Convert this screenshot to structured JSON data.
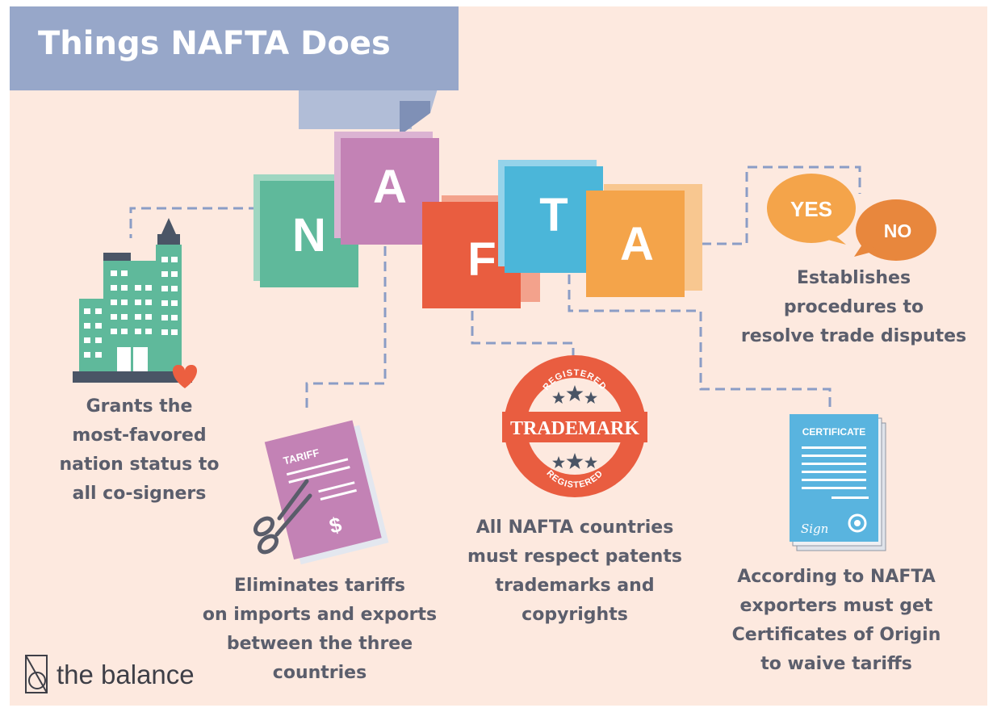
{
  "title": "Things NAFTA Does",
  "letters": [
    "N",
    "A",
    "F",
    "T",
    "A"
  ],
  "captions": {
    "mfn": [
      "Grants the",
      "most-favored",
      "nation status to",
      "all co-signers"
    ],
    "tariffs": [
      "Eliminates tariffs",
      "on imports and exports",
      "between the three",
      "countries"
    ],
    "patents": [
      "All NAFTA countries",
      "must respect patents",
      "trademarks and",
      "copyrights"
    ],
    "disputes": [
      "Establishes",
      "procedures to",
      "resolve trade disputes"
    ],
    "certificates": [
      "According to NAFTA",
      "exporters must get",
      "Certificates of Origin",
      "to waive tariffs"
    ]
  },
  "icons": {
    "tariff_label": "TARIFF",
    "tariff_symbol": "$",
    "trademark_label": "TRADEMARK",
    "trademark_ring_text": "REGISTERED",
    "certificate_label": "CERTIFICATE",
    "certificate_sign": "Sign",
    "yes_label": "YES",
    "no_label": "NO"
  },
  "brand": "the balance",
  "colors": {
    "background": "#fde9df",
    "banner": "#97a7c9",
    "n_block": "#5fb99b",
    "a1_block": "#c382b5",
    "f_block": "#e95d40",
    "t_block": "#4bb6d9",
    "a2_block": "#f4a44a",
    "text": "#5b5e6c",
    "connector": "#8b9dc6"
  }
}
